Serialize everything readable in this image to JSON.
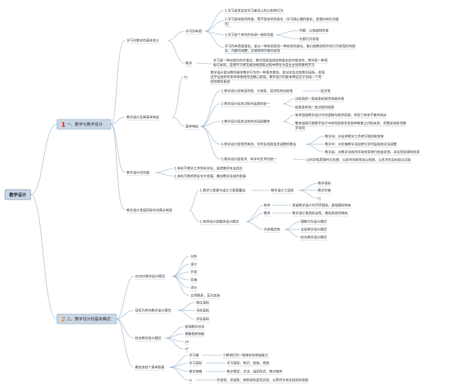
{
  "root": "教学设计",
  "colors": {
    "accent1": "#e02020",
    "accent2": "#f08c3c",
    "line": "#9db7cf",
    "node_fill": "#c9d7e5"
  },
  "branch1": {
    "number": "1",
    "title": "一、教学与教学设计",
    "s1": {
      "title": "学习与教学的基本含义",
      "learn": "学习的本质",
      "l1": "1.学习是发生在学习者身上的认知和行为",
      "l2a": "2.学习是持续的改变，而不是身体的变化（学习随心理的变化，是相对持久的变",
      "l2b": "化）",
      "l3": "3.学习是个体内外协调一致的改变",
      "l3_i1": "内部：认知结构改变",
      "l3_i2": "外部行为表现",
      "l4a": "学习的本质是变化，是从一种状态到另一种状态的变化，我们观察到的外在行为表现的内部",
      "l4b": "化，内部的调整，又要影响外部的表现",
      "teach": "教学",
      "t1a": "学习是一种动态的内外变化，教学则是促进这种变化的外部条件，教学是一种帮",
      "t1b": "助与协同，是使学习者在被动地获取过程中转化为自主主动的建构学习",
      "t1c": ""
    },
    "s2": {
      "title": "教学设计及其基本特征",
      "def_label": "IU",
      "def_a": "教学设计是对教师课堂教学行为的一种事先筹划，是对学生达成教学目标，表现",
      "def_b": "出学业进步的条件和情境作出精心安排。教学设计的基本特征在于创设一个有",
      "def_c": "效的教学系统",
      "basic": "基本特征",
      "f1": "1.教学设计具有目的性、计划性、层次性和创造性",
      "f1_x": "层次性",
      "f2": "2.教学设计追求过程与结果的统一",
      "f2_a": "过程指的一是结果前程序或者步骤",
      "f2_b": "结果是体现一定过程的成果",
      "f3": "3.教学设计既关注有序也强调整体",
      "f3_a": "有序强调教学设计中的逻辑与程序问题，体现了有条不紊的特点",
      "f3_b1": "整体强调方便教学设计中如何统筹考虑各种要素之间的关系，完整安排各项教",
      "f3_b2": "学活动",
      "f4": "4.教学设计是预先筹划，实时生成和反思调整的整合",
      "f4_a": "教学前：对全体教学工作进行规划和安排",
      "f4_b": "教学中：对实施教学活动进行实时监控和灵活调整",
      "f4_c": "教学后：对教学活动的实际效果进行检查反馈，并反思结果和效果",
      "f5": "5.教学设计是技术、科学与艺术的统一",
      "f5_a": "以科学性原理作为支撑，以技术的程序加以规范，以艺术的灵动加以渲染"
    },
    "s3": {
      "title": "教学设计的功能",
      "a": "1.有利于教学工作的科学化，促进教师专业成长",
      "b": "2.有利于教师职业专长发展，推动教学活动的发展"
    },
    "s4": {
      "title": "教学设计发展历程中的两大转型",
      "p1": "1.教学三要素与设计三要素叠加",
      "p1_a": "教学设计三目标",
      "p1_a1": "教学目标",
      "p1_a2": "教学实施",
      "p1_a3": "iu",
      "p2": "2.有序设计到整体设计模式",
      "order": "有序",
      "order_d": "发展教学设计中开环相扣，是规模的特色",
      "whole": "整体",
      "whole_d": "教学设计重视综合性，重视系统的特色",
      "mode": "代表模式有",
      "m1": "理解为为设计模式",
      "m2": "五星教学设计模式",
      "m3": "四元教学设计模式"
    }
  },
  "branch2": {
    "number": "2",
    "title": "二、教学设计的基本模式",
    "s1": {
      "title": "ADDIE教学设计模式",
      "items": [
        "分析",
        "设计",
        "开发",
        "实施",
        "评价",
        "五项联系，互为支持"
      ]
    },
    "s2": {
      "title": "目标为本的教学设计模式",
      "items": [
        "确立目标",
        "寻找目标",
        "评估目标"
      ]
    },
    "s3": {
      "title": "四元教学设计模式",
      "items": [
        "安排教学任务",
        "掌握相关知能",
        "sd",
        "sY"
      ]
    },
    "s4": {
      "title": "都包含四个基本要素",
      "e1": "学习者",
      "e1_d": "了解他们的一般特征和初始能力",
      "e2": "学习目标",
      "e2_d": "学习目标、知识、技能、情感",
      "e3": "教学策略",
      "e3_d": "教学模式、方法、组织形式、教学媒体",
      "e4": "io",
      "e4_d": "形成性、总结性：判断目标是否达到，从而作为修正目标的依据"
    }
  }
}
